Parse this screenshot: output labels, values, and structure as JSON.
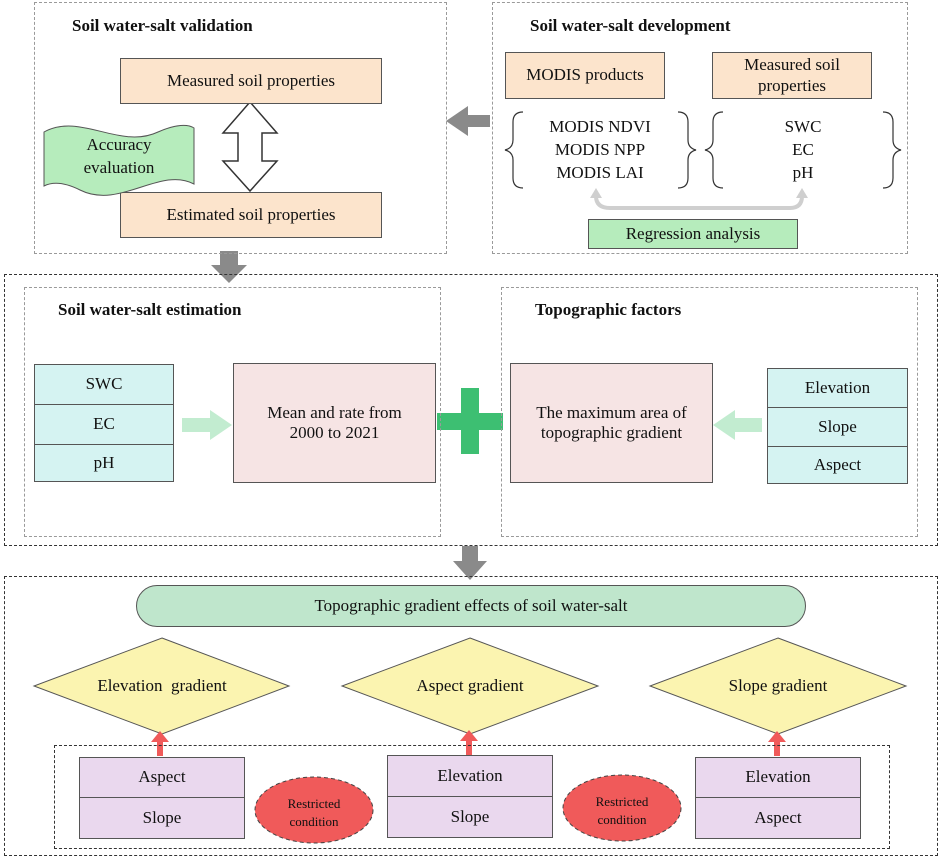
{
  "validation": {
    "title": "Soil water-salt validation",
    "measured": "Measured soil properties",
    "estimated": "Estimated soil properties",
    "accuracy": [
      "Accuracy",
      "evaluation"
    ]
  },
  "development": {
    "title": "Soil water-salt development",
    "modis_products": "MODIS products",
    "measured_soil": [
      "Measured soil",
      "properties"
    ],
    "modis_items": [
      "MODIS NDVI",
      "MODIS NPP",
      "MODIS LAI"
    ],
    "soil_items": [
      "SWC",
      "EC",
      "pH"
    ],
    "regression": "Regression analysis"
  },
  "estimation": {
    "title": "Soil water-salt estimation",
    "items": [
      "SWC",
      "EC",
      "pH"
    ],
    "mean_rate": [
      "Mean and rate from",
      "2000 to 2021"
    ]
  },
  "topographic": {
    "title": "Topographic factors",
    "max_area": [
      "The maximum area of",
      "topographic gradient"
    ],
    "items": [
      "Elevation",
      "Slope",
      "Aspect"
    ]
  },
  "effects": {
    "title": "Topographic gradient effects of soil water-salt",
    "gradients": [
      "Elevation  gradient",
      "Aspect gradient",
      "Slope gradient"
    ],
    "stacks": [
      [
        "Aspect",
        "Slope"
      ],
      [
        "Elevation",
        "Slope"
      ],
      [
        "Elevation",
        "Aspect"
      ]
    ],
    "restricted": [
      "Restricted",
      "condition"
    ]
  },
  "colors": {
    "peach": "#fce4cc",
    "cyan": "#d5f3f2",
    "pink": "#f6e4e4",
    "purple": "#ead8ee",
    "green": "#b6ecbc",
    "yellow": "#fbf4b0",
    "red": "#f05a5a",
    "gray_arrow": "#8a8a8a",
    "plus": "#3dbf72"
  }
}
